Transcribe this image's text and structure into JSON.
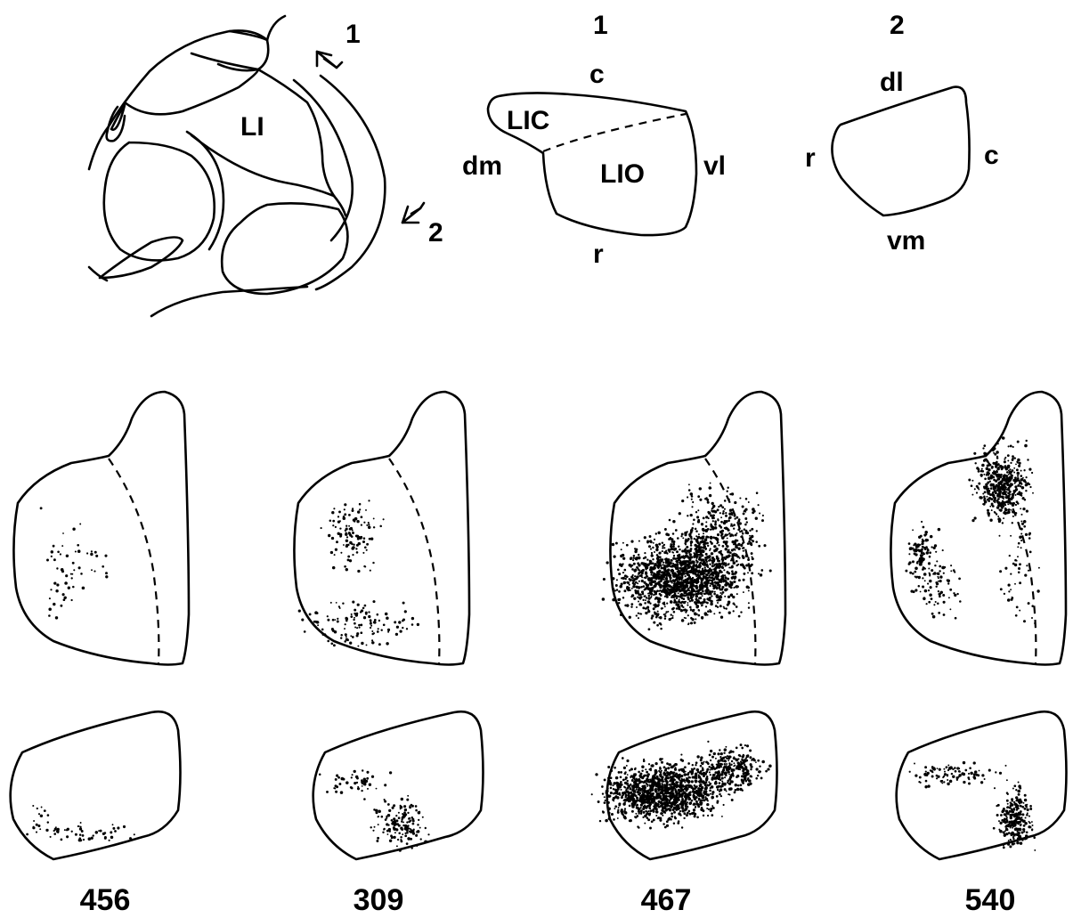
{
  "figure": {
    "overview": {
      "region_label": "LI",
      "arrow_1": "1",
      "arrow_2": "2"
    },
    "view1": {
      "title": "1",
      "subregions": [
        "LIC",
        "LIO"
      ],
      "orientation": {
        "top": "c",
        "left": "dm",
        "right": "vl",
        "bottom": "r"
      }
    },
    "view2": {
      "title": "2",
      "orientation": {
        "top": "dl",
        "left": "r",
        "right": "c",
        "bottom": "vm"
      }
    },
    "cases": [
      {
        "id": "456",
        "density": 0.15
      },
      {
        "id": "309",
        "density": 0.35
      },
      {
        "id": "467",
        "density": 1.0
      },
      {
        "id": "540",
        "density": 0.55
      }
    ]
  }
}
